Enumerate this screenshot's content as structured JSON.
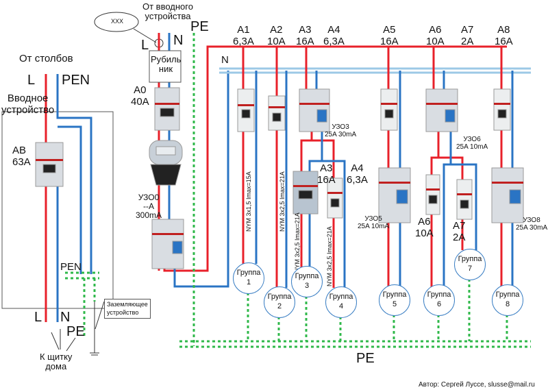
{
  "colors": {
    "phase": "#e8202a",
    "neutral": "#2a74c4",
    "earth": "#2fb84a",
    "nbus": "#9cc9e6"
  },
  "left": {
    "from_poles": "От столбов",
    "l": "L",
    "pen": "PEN",
    "input_device": [
      "Вводное",
      "устройство"
    ],
    "ab": [
      "AB",
      "63A"
    ],
    "pen_split": "PEN",
    "out_l": "L",
    "out_n": "N",
    "out_pe": "PE",
    "grounding": [
      "Заземляющее",
      "устройство"
    ],
    "to_panel": [
      "К щитку",
      "дома"
    ]
  },
  "top": {
    "from_input": [
      "От вводного",
      "устройства"
    ],
    "seal": "XXX",
    "l": "L",
    "n": "N",
    "pe": "PE",
    "switch": [
      "Рубиль",
      "ник"
    ],
    "a0": [
      "A0",
      "40A"
    ],
    "uzo0": [
      "УЗО0",
      "--A",
      "300mA"
    ],
    "n_bus": "N",
    "pe_bus": "PE"
  },
  "breakers": [
    {
      "name": "A1",
      "rating": "6,3A"
    },
    {
      "name": "A2",
      "rating": "10A"
    },
    {
      "name": "A3",
      "rating": "16A"
    },
    {
      "name": "A4",
      "rating": "6,3A"
    },
    {
      "name": "A5",
      "rating": "16A"
    },
    {
      "name": "A6",
      "rating": "10A"
    },
    {
      "name": "A7",
      "rating": "2A"
    },
    {
      "name": "A8",
      "rating": "16A"
    }
  ],
  "sub_breakers": [
    {
      "name": "A3",
      "rating": "16A"
    },
    {
      "name": "A4",
      "rating": "6,3A"
    },
    {
      "name": "A6",
      "rating": "10A"
    },
    {
      "name": "A7",
      "rating": "2A"
    }
  ],
  "rcds": [
    {
      "name": "УЗО3",
      "rating": "25A 30mA"
    },
    {
      "name": "УЗО5",
      "rating": "25A 10mA"
    },
    {
      "name": "УЗО6",
      "rating": "25A 10mA"
    },
    {
      "name": "УЗО8",
      "rating": "25A 30mA"
    }
  ],
  "cables": [
    "NYM 3x1,5 Imax=15A",
    "NYM 3x2,5 Imax=21A",
    "NYM 3x2,5 Imax=21A",
    "NYM 3x2,5 Imax=21A"
  ],
  "groups": [
    {
      "label": "Группа",
      "num": "1"
    },
    {
      "label": "Группа",
      "num": "2"
    },
    {
      "label": "Группа",
      "num": "3"
    },
    {
      "label": "Группа",
      "num": "4"
    },
    {
      "label": "Группа",
      "num": "5"
    },
    {
      "label": "Группа",
      "num": "6"
    },
    {
      "label": "Группа",
      "num": "7"
    },
    {
      "label": "Группа",
      "num": "8"
    }
  ],
  "author": "Автор: Сергей Луссе, slusse@mail.ru"
}
